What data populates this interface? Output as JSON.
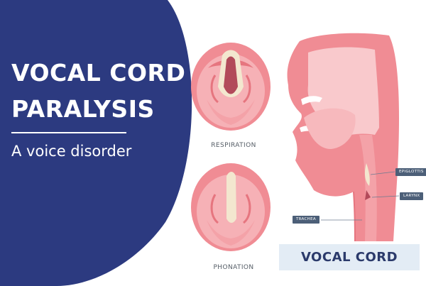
{
  "header": {
    "title_line1": "VOCAL CORD",
    "title_line2": "PARALYSIS",
    "subtitle": "A voice disorder"
  },
  "illustrations": {
    "top_caption": "RESPIRATION",
    "bottom_caption": "PHONATION"
  },
  "anatomy": {
    "labels": {
      "epiglottis": "EPIGLOTTIS",
      "larynx": "LARYNX",
      "trachea": "TRACHEA"
    },
    "banner": "VOCAL CORD"
  },
  "colors": {
    "navy": "#2c3a80",
    "pink": "#f08c94",
    "pink_light": "#f9c9cc",
    "dark_red": "#b24a5a",
    "cream": "#f3e7cf",
    "label_bg": "#4c5f78",
    "banner_bg": "#e3ecf5",
    "banner_text": "#2b3a6b"
  }
}
